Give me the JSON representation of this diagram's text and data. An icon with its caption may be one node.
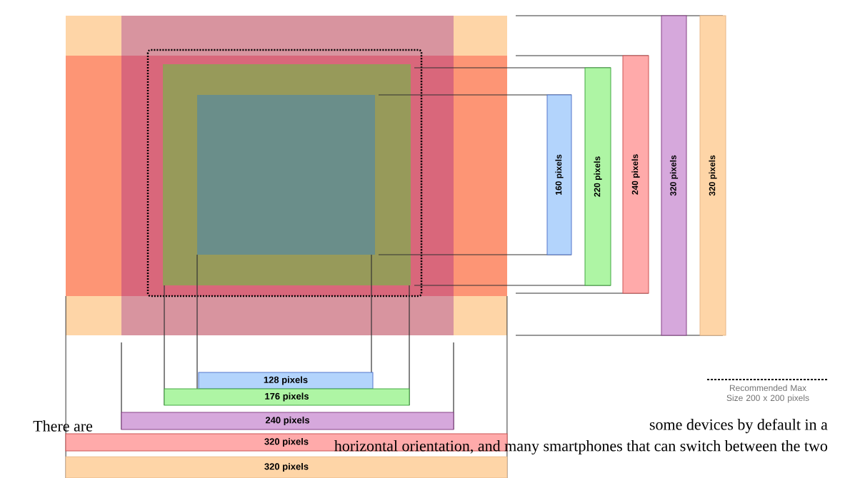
{
  "diagram": {
    "labels": [
      "160 pixels",
      "220 pixels",
      "240 pixels",
      "320 pixels",
      "320 pixels",
      "128 pixels",
      "176 pixels",
      "240 pixels",
      "There are",
      "some devices by default in a",
      "320 pixels",
      "horizontal orientation, and many smartphones that can switch between the two",
      "320 pixels"
    ],
    "legend": [
      {
        "text": "Recommended Max Size 200 x 200 pixels"
      }
    ]
  }
}
